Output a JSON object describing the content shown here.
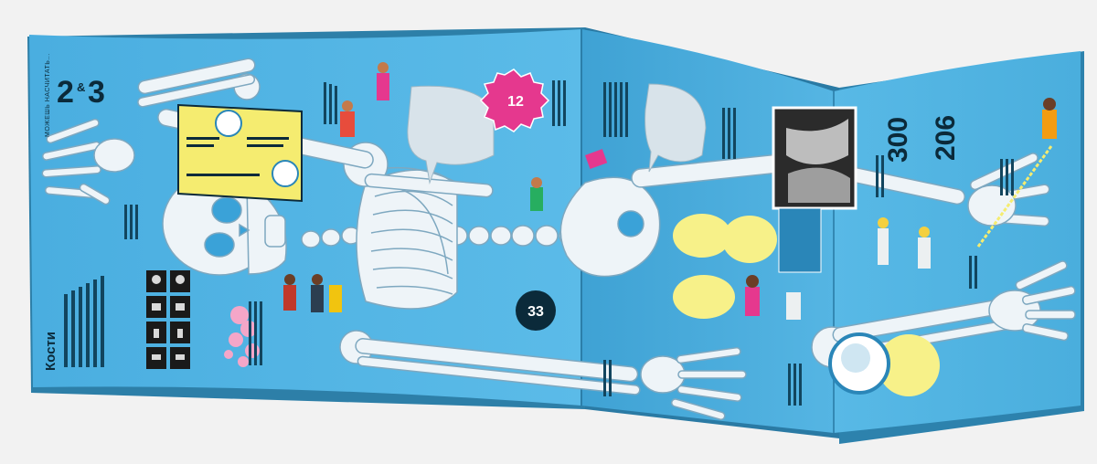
{
  "book": {
    "title": "Кости",
    "header": "МОЖЕШЬ НАСЧИТАТЬ...",
    "fact_left_a": "2",
    "fact_left_amp": "&",
    "fact_left_b": "3",
    "fact_right_a": "300",
    "fact_right_b": "206",
    "badge_top": "12",
    "badge_mid": "33"
  },
  "colors": {
    "page_blue": "#4fb4e3",
    "page_blue_dark": "#2a86b8",
    "bone": "#eef4f8",
    "bone_outline": "#7ea8c0",
    "ink": "#0b2a3a",
    "yellow": "#f5ec70",
    "magenta": "#e5388e"
  }
}
